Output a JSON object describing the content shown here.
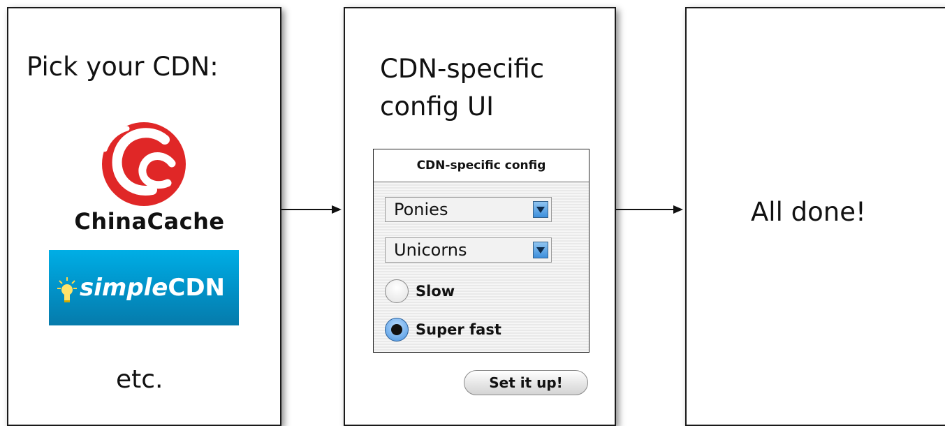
{
  "panel1": {
    "title": "Pick your CDN:",
    "providers": [
      {
        "name": "ChinaCache",
        "logo_icon": "chinacache-logo-icon",
        "accent": "#e02727"
      },
      {
        "name": "simpleCDN",
        "name_part1": "simple",
        "name_part2": "CDN",
        "logo_icon": "lightbulb-icon",
        "accent": "#0193c9"
      }
    ],
    "more": "etc."
  },
  "panel2": {
    "title": "CDN-specific config UI",
    "config": {
      "header": "CDN-specific config",
      "dropdowns": [
        {
          "selected": "Ponies"
        },
        {
          "selected": "Unicorns"
        }
      ],
      "radios": [
        {
          "label": "Slow",
          "selected": false
        },
        {
          "label": "Super fast",
          "selected": true
        }
      ]
    },
    "button_label": "Set it up!"
  },
  "panel3": {
    "title": "All done!"
  }
}
